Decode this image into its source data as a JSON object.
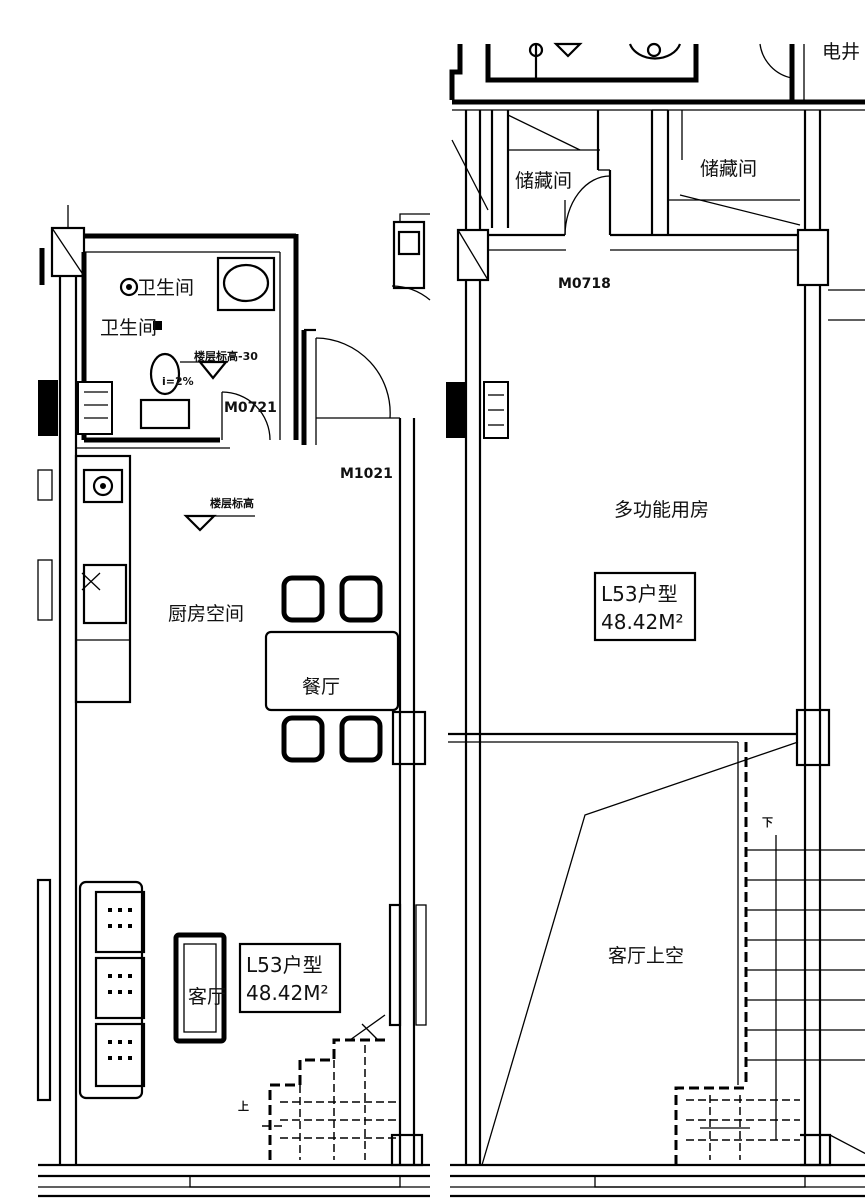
{
  "left_plan": {
    "bathroom_label": "卫生间",
    "bathroom_label_2": "卫生间",
    "slope": "i=2%",
    "floor_level_note": "楼层标高-30",
    "bath_door": "M0721",
    "entry_door": "M1021",
    "floor_level_note_2": "楼层标高",
    "kitchen_label": "厨房空间",
    "dining_label": "餐厅",
    "living_label": "客厅",
    "unit_type": "L53户型",
    "unit_area": "48.42M²",
    "stair_up": "上"
  },
  "right_plan": {
    "storage_label": "储藏间",
    "storage_label_2": "储藏间",
    "top_right_fragment": "电井",
    "door_code": "M0718",
    "multi_room_label": "多功能用房",
    "unit_type": "L53户型",
    "unit_area": "48.42M²",
    "void_label": "客厅上空",
    "stair_down": "下"
  },
  "colors": {
    "line": "#000000",
    "background": "#ffffff"
  }
}
